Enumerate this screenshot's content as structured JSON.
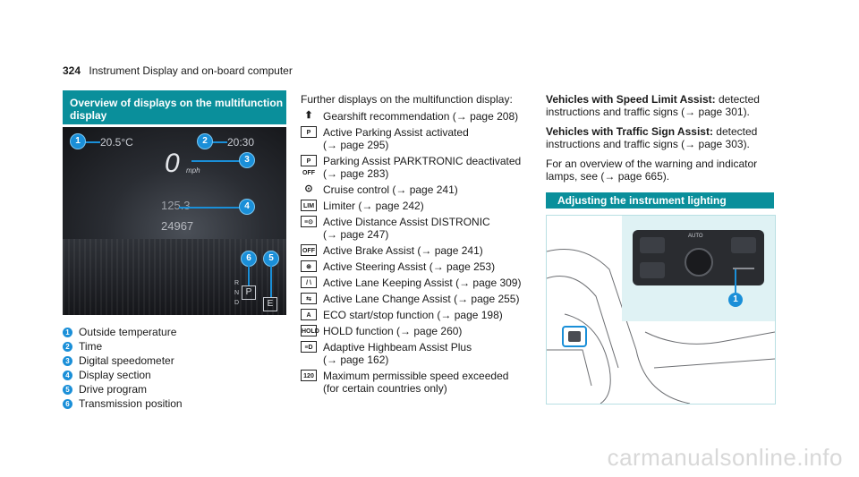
{
  "header": {
    "page_number": "324",
    "title": "Instrument Display and on-board computer"
  },
  "section1": {
    "heading": "Overview of displays on the multifunction display",
    "cluster": {
      "temperature": "20.5°C",
      "time": "20:30",
      "speed": "0",
      "speed_unit": "mph",
      "trip": "125.3",
      "odometer": "24967",
      "gear_r": "R",
      "gear_n": "N",
      "gear_d": "D",
      "gear_p": "P",
      "program": "E",
      "callouts": [
        "1",
        "2",
        "3",
        "4",
        "5",
        "6"
      ]
    },
    "legend": [
      {
        "num": "1",
        "label": "Outside temperature"
      },
      {
        "num": "2",
        "label": "Time"
      },
      {
        "num": "3",
        "label": "Digital speedometer"
      },
      {
        "num": "4",
        "label": "Display section"
      },
      {
        "num": "5",
        "label": "Drive program"
      },
      {
        "num": "6",
        "label": "Transmission position"
      }
    ]
  },
  "further": {
    "intro": "Further displays on the multifunction display:",
    "items": [
      {
        "icon": "⬆",
        "line1": "Gearshift recommendation (→ page 208)",
        "line2": ""
      },
      {
        "icon": "P",
        "line1": "Active Parking Assist activated",
        "line2": "(→ page 295)"
      },
      {
        "icon": "P OFF",
        "line1": "Parking Assist PARKTRONIC deactivated",
        "line2": "(→ page 283)"
      },
      {
        "icon": "⊙",
        "line1": "Cruise control (→ page 241)",
        "line2": ""
      },
      {
        "icon": "LIM",
        "line1": "Limiter (→ page 242)",
        "line2": ""
      },
      {
        "icon": "≡⊙",
        "line1": "Active Distance Assist DISTRONIC",
        "line2": "(→ page 247)"
      },
      {
        "icon": "OFF",
        "line1": "Active Brake Assist (→ page 241)",
        "line2": ""
      },
      {
        "icon": "⊛",
        "line1": "Active Steering Assist (→ page 253)",
        "line2": ""
      },
      {
        "icon": "/ \\",
        "line1": "Active Lane Keeping Assist (→ page 309)",
        "line2": ""
      },
      {
        "icon": "⇆",
        "line1": "Active Lane Change Assist (→ page 255)",
        "line2": ""
      },
      {
        "icon": "A",
        "line1": "ECO start/stop function (→ page 198)",
        "line2": ""
      },
      {
        "icon": "HOLD",
        "line1": "HOLD function (→ page 260)",
        "line2": ""
      },
      {
        "icon": "≡D",
        "line1": "Adaptive Highbeam Assist Plus",
        "line2": "(→ page 162)"
      },
      {
        "icon": "120",
        "line1": "Maximum permissible speed exceeded",
        "line2": "(for certain countries only)"
      }
    ]
  },
  "col3": {
    "p1_bold": "Vehicles with Speed Limit Assist:",
    "p1_rest": " detected instructions and traffic signs (→ page 301).",
    "p2_bold": "Vehicles with Traffic Sign Assist:",
    "p2_rest": " detected instructions and traffic signs (→ page 303).",
    "p3": "For an overview of the warning and indicator lamps, see (→ page 665)."
  },
  "section2": {
    "heading": "Adjusting the instrument lighting",
    "callout": "1",
    "knob_label": "AUTO"
  },
  "watermark": "carmanualsonline.info"
}
